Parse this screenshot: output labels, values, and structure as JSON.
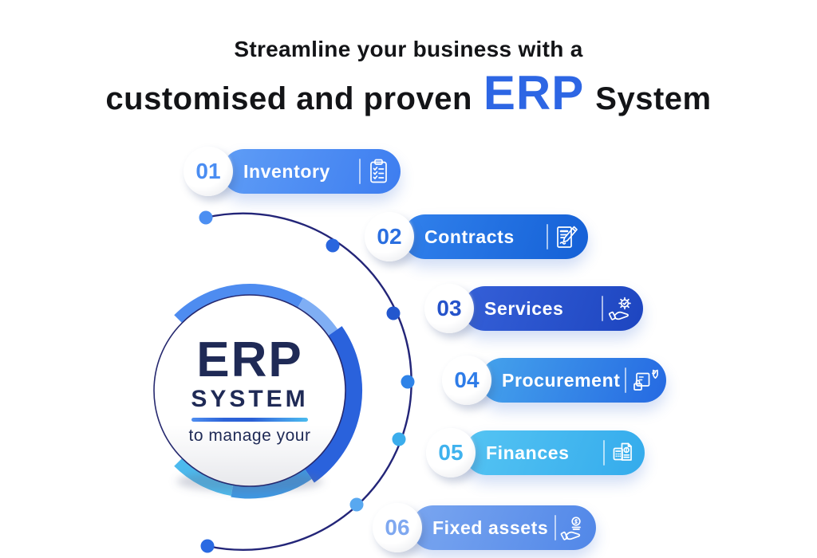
{
  "title": {
    "line1": "Streamline your business with a",
    "line2_prefix": "customised and proven",
    "line2_highlight": "ERP",
    "line2_suffix": "System",
    "highlight_color": "#2D66E4"
  },
  "hub": {
    "title": "ERP",
    "subtitle": "SYSTEM",
    "tagline": "to manage your",
    "text_color": "#1F2A56"
  },
  "steps": [
    {
      "number": "01",
      "label": "Inventory",
      "icon": "clipboard-checklist-icon",
      "color_start": "#5F9DF6",
      "color_end": "#3D7DF0",
      "number_color": "#4A8DF2"
    },
    {
      "number": "02",
      "label": "Contracts",
      "icon": "document-pen-icon",
      "color_start": "#3181EC",
      "color_end": "#1460D6",
      "number_color": "#2B6FE0"
    },
    {
      "number": "03",
      "label": "Services",
      "icon": "hand-gear-icon",
      "color_start": "#3560D8",
      "color_end": "#1D45C0",
      "number_color": "#2553CA"
    },
    {
      "number": "04",
      "label": "Procurement",
      "icon": "parcel-shield-lock-icon",
      "color_start": "#45A3EC",
      "color_end": "#2569E2",
      "number_color": "#2E7CE8"
    },
    {
      "number": "05",
      "label": "Finances",
      "icon": "calculator-receipt-icon",
      "color_start": "#55C4F3",
      "color_end": "#34ABEC",
      "number_color": "#3FB2EE"
    },
    {
      "number": "06",
      "label": "Fixed assets",
      "icon": "hand-coin-icon",
      "color_start": "#7AA6F0",
      "color_end": "#5187E8",
      "number_color": "#7FA8F0"
    }
  ],
  "curve": {
    "stroke_color": "#232578",
    "dot_colors": [
      "#4C8FF2",
      "#2966DE",
      "#2357CE",
      "#2E83E8",
      "#3BADEC",
      "#58A8F0",
      "#2A6AE2"
    ],
    "ring_segment_colors": [
      "#4E8CF0",
      "#7FAEF4",
      "#2A62DC",
      "#3E97E2",
      "#4CBAEE"
    ]
  }
}
